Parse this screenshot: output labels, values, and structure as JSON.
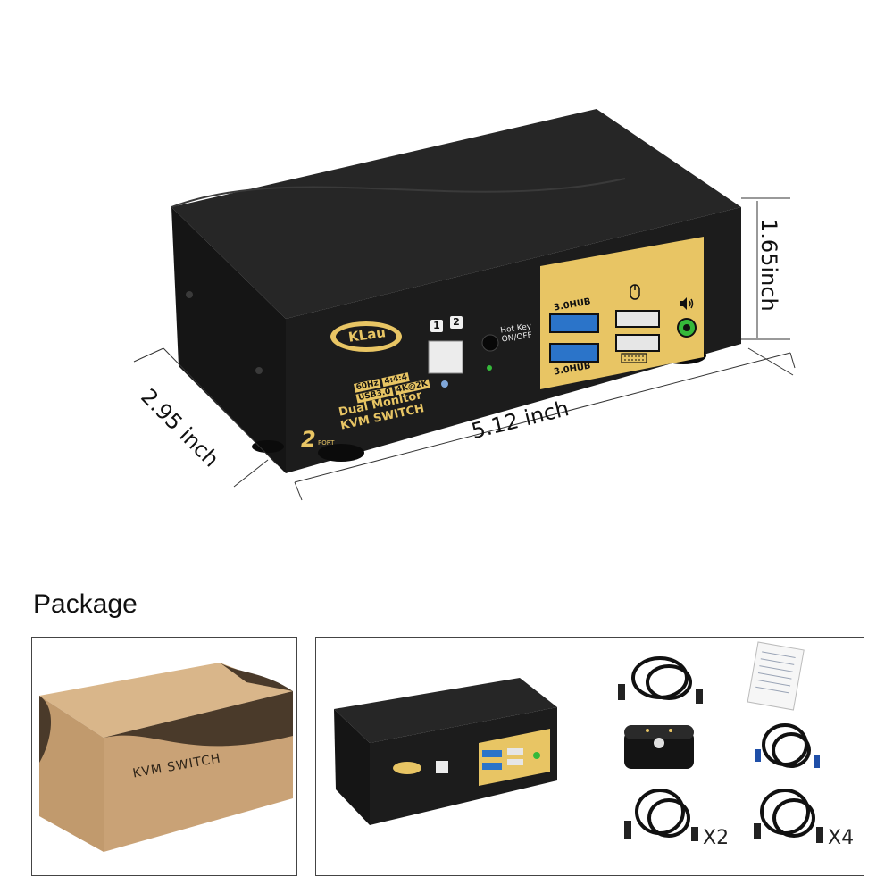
{
  "product": {
    "brand": "KLau",
    "port_count": "2",
    "port_word": "PORT",
    "spec_badges": [
      "60Hz",
      "4:4:4",
      "USB3.0",
      "4K@2K"
    ],
    "line1": "Dual Monitor",
    "line2": "KVM SWITCH",
    "button_numbers": [
      "1",
      "2"
    ],
    "hotkey_label": "Hot Key ON/OFF",
    "hub_top": "3.0HUB",
    "hub_bottom": "3.0HUB"
  },
  "dimensions": {
    "width": "5.12 inch",
    "depth": "2.95 inch",
    "height": "1.65inch"
  },
  "package": {
    "title": "Package",
    "box_label": "KVM SWITCH",
    "usb_qty": "X2",
    "hdmi_qty": "X4"
  },
  "icons": {
    "mouse": "mouse-icon",
    "keyboard": "keyboard-icon",
    "speaker": "speaker-icon"
  },
  "colors": {
    "gold": "#E8C564",
    "body": "#1C1C1C",
    "audio_green": "#35B93A",
    "usb_blue": "#2B74C9",
    "cardboard": "#C9A276"
  }
}
